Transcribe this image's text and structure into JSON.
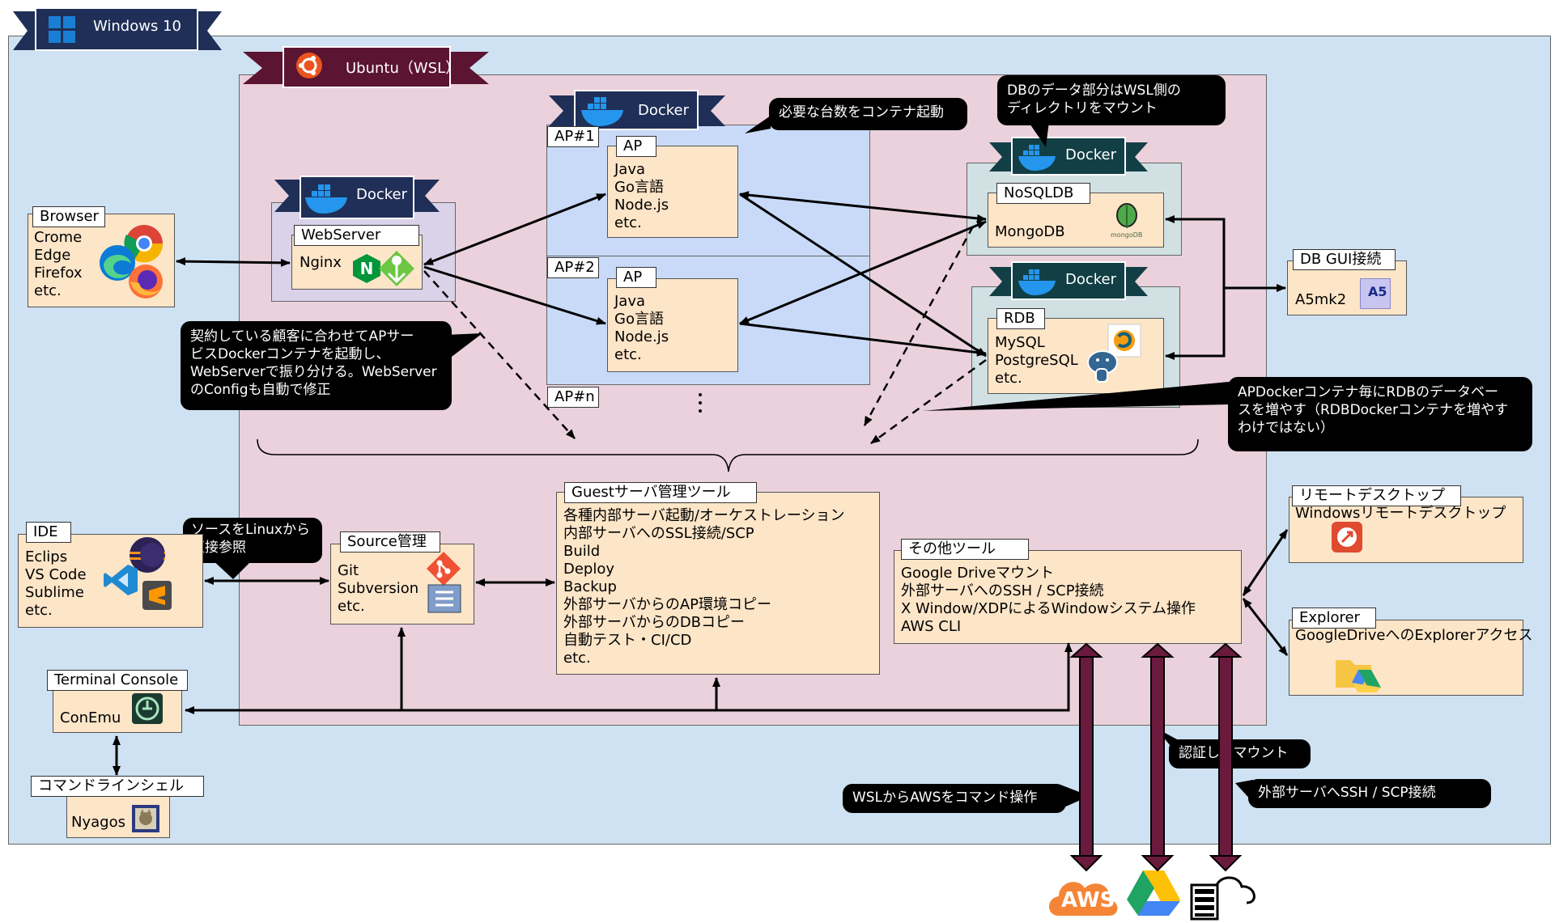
{
  "windows": {
    "title": "Windows 10"
  },
  "ubuntu": {
    "title": "Ubuntu（WSL）"
  },
  "docker": {
    "title": "Docker"
  },
  "browser": {
    "tag": "Browser",
    "items": [
      "Crome",
      "Edge",
      "Firefox",
      "etc."
    ]
  },
  "webserver": {
    "tag": "WebServer",
    "text": "Nginx"
  },
  "ap_slots": [
    {
      "label": "AP#1",
      "tag": "AP",
      "items": [
        "Java",
        "Go言語",
        "Node.js",
        "etc."
      ]
    },
    {
      "label": "AP#2",
      "tag": "AP",
      "items": [
        "Java",
        "Go言語",
        "Node.js",
        "etc."
      ]
    },
    {
      "label": "AP#n"
    }
  ],
  "nosql": {
    "tag": "NoSQLDB",
    "text": "MongoDB",
    "logo_text": "mongoDB"
  },
  "rdb": {
    "tag": "RDB",
    "items": [
      "MySQL",
      "PostgreSQL",
      "etc."
    ]
  },
  "dbgui": {
    "tag": "DB GUI接続",
    "text": "A5mk2",
    "logo_text": "A5"
  },
  "callouts": {
    "container_start": "必要な台数をコンテナ起動",
    "db_mount": [
      "DBのデータ部分はWSL側の",
      "ディレクトリをマウント"
    ],
    "contract": [
      "契約している顧客に合わせてAPサー",
      "ビスDockerコンテナを起動し、",
      "WebServerで振り分ける。WebServer",
      "のConfigも自動で修正"
    ],
    "rdb_note": [
      "APDockerコンテナ毎にRDBのデータベー",
      "スを増やす（RDBDockerコンテナを増やす",
      "わけではない）"
    ],
    "source_ref": [
      "ソースをLinuxから",
      "直接参照"
    ],
    "auth_mount": "認証してマウント",
    "aws_cmd": "WSLからAWSをコマンド操作",
    "ssh_external": "外部サーバへSSH / SCP接続"
  },
  "ide": {
    "tag": "IDE",
    "items": [
      "Eclips",
      "VS Code",
      "Sublime",
      "etc."
    ]
  },
  "source": {
    "tag": "Source管理",
    "items": [
      "Git",
      "Subversion",
      "etc."
    ]
  },
  "guest": {
    "tag": "Guestサーバ管理ツール",
    "items": [
      "各種内部サーバ起動/オーケストレーション",
      "内部サーバへのSSL接続/SCP",
      "Build",
      "Deploy",
      "Backup",
      "外部サーバからのAP環境コピー",
      "外部サーバからのDBコピー",
      "自動テスト・CI/CD",
      "etc."
    ]
  },
  "other_tools": {
    "tag": "その他ツール",
    "items": [
      "Google Driveマウント",
      "外部サーバへのSSH / SCP接続",
      "X Window/XDPによるWindowシステム操作",
      "AWS CLI"
    ]
  },
  "remote": {
    "tag": "リモートデスクトップ",
    "text": "Windowsリモートデスクトップ"
  },
  "explorer": {
    "tag": "Explorer",
    "text": "GoogleDriveへのExplorerアクセス"
  },
  "terminal": {
    "tag": "Terminal Console",
    "text": "ConEmu"
  },
  "shell": {
    "tag": "コマンドラインシェル",
    "text": "Nyagos"
  },
  "cloud": {
    "aws_label": "AWS"
  },
  "colors": {
    "windows_bg": "#cfe2f3",
    "ubuntu_bg": "#ead1dc",
    "ap_bg": "#c9daf8",
    "docker_bg": "#d0e0e3",
    "box_bg": "#fde5c8",
    "banner_navy": "#1f2f57",
    "banner_teal": "#123f45",
    "ubuntu_banner": "#5b1431",
    "maroon": "#6a1a3d"
  }
}
